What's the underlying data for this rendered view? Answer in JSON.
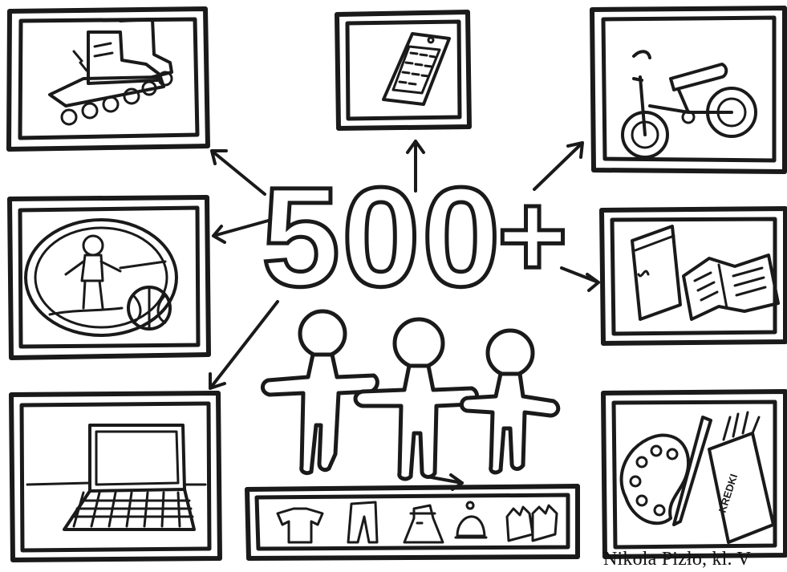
{
  "center": {
    "number_text": "500",
    "plus_text": "+"
  },
  "crayon_box_text": "KREDKI",
  "signature": "Nikola Pizło, kl. V",
  "ink_color": "#1a1a1a",
  "paper_color": "#ffffff",
  "panels": [
    {
      "icon": "inline-skates-icon"
    },
    {
      "icon": "mobile-phone-icon"
    },
    {
      "icon": "bicycle-icon"
    },
    {
      "icon": "vacation-beach-ball-icon"
    },
    {
      "icon": "books-icon"
    },
    {
      "icon": "laptop-icon"
    },
    {
      "icon": "art-supplies-icon"
    },
    {
      "icon": "clothing-shelf-icon"
    }
  ]
}
